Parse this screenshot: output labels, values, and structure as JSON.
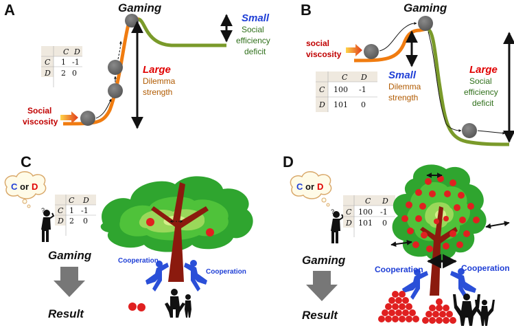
{
  "panels": {
    "a": {
      "letter": "A",
      "gaming": "Gaming",
      "social_viscosity": [
        "Social",
        "viscosity"
      ],
      "dilemma_size": "Large",
      "dilemma_text": [
        "Dilemma",
        "strength"
      ],
      "deficit_size": "Small",
      "deficit_text": [
        "Social",
        "efficiency",
        "deficit"
      ],
      "matrix": {
        "cols": [
          "C",
          "D"
        ],
        "rows": [
          {
            "h": "C",
            "v": [
              "1",
              "-1"
            ]
          },
          {
            "h": "D",
            "v": [
              "2",
              "0"
            ]
          }
        ]
      }
    },
    "b": {
      "letter": "B",
      "gaming": "Gaming",
      "social_viscosity": [
        "social",
        "viscosity"
      ],
      "dilemma_size": "Small",
      "dilemma_text": [
        "Dilemma",
        "strength"
      ],
      "deficit_size": "Large",
      "deficit_text": [
        "Social",
        "efficiency",
        "deficit"
      ],
      "matrix": {
        "cols": [
          "C",
          "D"
        ],
        "rows": [
          {
            "h": "C",
            "v": [
              "100",
              "-1"
            ]
          },
          {
            "h": "D",
            "v": [
              "101",
              "0"
            ]
          }
        ]
      }
    },
    "c": {
      "letter": "C",
      "thought": {
        "c": "C",
        "or": "or",
        "d": "D"
      },
      "gaming": "Gaming",
      "result": "Result",
      "cooperation_left": "Cooperation",
      "cooperation_right": "Cooperation",
      "matrix": {
        "cols": [
          "C",
          "D"
        ],
        "rows": [
          {
            "h": "C",
            "v": [
              "1",
              "-1"
            ]
          },
          {
            "h": "D",
            "v": [
              "2",
              "0"
            ]
          }
        ]
      }
    },
    "d": {
      "letter": "D",
      "thought": {
        "c": "C",
        "or": "or",
        "d": "D"
      },
      "gaming": "Gaming",
      "result": "Result",
      "cooperation_left": "Cooperation",
      "cooperation_right": "Cooperation",
      "matrix": {
        "cols": [
          "C",
          "D"
        ],
        "rows": [
          {
            "h": "C",
            "v": [
              "100",
              "-1"
            ]
          },
          {
            "h": "D",
            "v": [
              "101",
              "0"
            ]
          }
        ]
      }
    }
  },
  "colors": {
    "orange": "#f07c10",
    "olive": "#7a9a2a",
    "dark_red": "#c00000",
    "blue": "#1f3fd6",
    "brown": "#b05a00",
    "green_text": "#2f6f1a",
    "tree_trunk": "#8b1a0e",
    "apple": "#e02020",
    "person_blue": "#2a4fd8"
  },
  "icons": [
    "fat-arrow-icon",
    "thought-bubble-icon",
    "person-icon",
    "apple-icon",
    "tree-icon",
    "down-arrow-icon"
  ]
}
